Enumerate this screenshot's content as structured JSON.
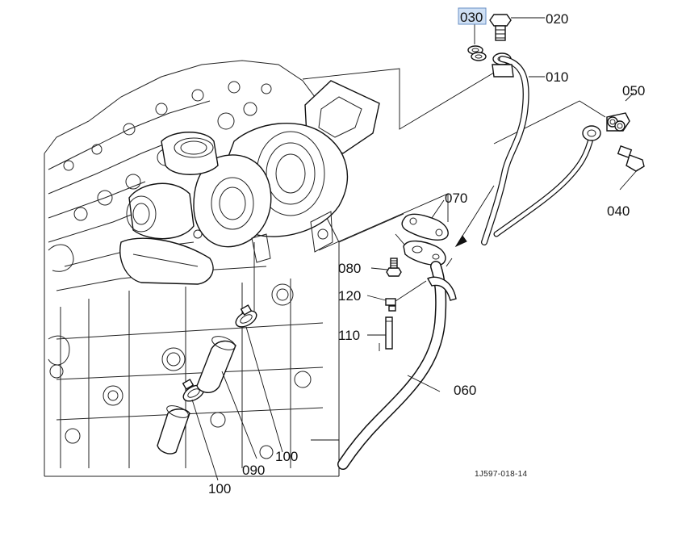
{
  "diagram": {
    "reference_code": "1J597-018-14",
    "highlight_color": "#cfe0f5",
    "callouts": [
      {
        "id": "030",
        "text": "030",
        "highlighted": true
      },
      {
        "id": "020",
        "text": "020"
      },
      {
        "id": "010",
        "text": "010"
      },
      {
        "id": "050",
        "text": "050"
      },
      {
        "id": "040",
        "text": "040"
      },
      {
        "id": "070",
        "text": "070"
      },
      {
        "id": "080",
        "text": "080"
      },
      {
        "id": "120",
        "text": "120"
      },
      {
        "id": "110",
        "text": "110"
      },
      {
        "id": "060",
        "text": "060"
      },
      {
        "id": "100a",
        "text": "100"
      },
      {
        "id": "090",
        "text": "090"
      },
      {
        "id": "100b",
        "text": "100"
      }
    ]
  }
}
